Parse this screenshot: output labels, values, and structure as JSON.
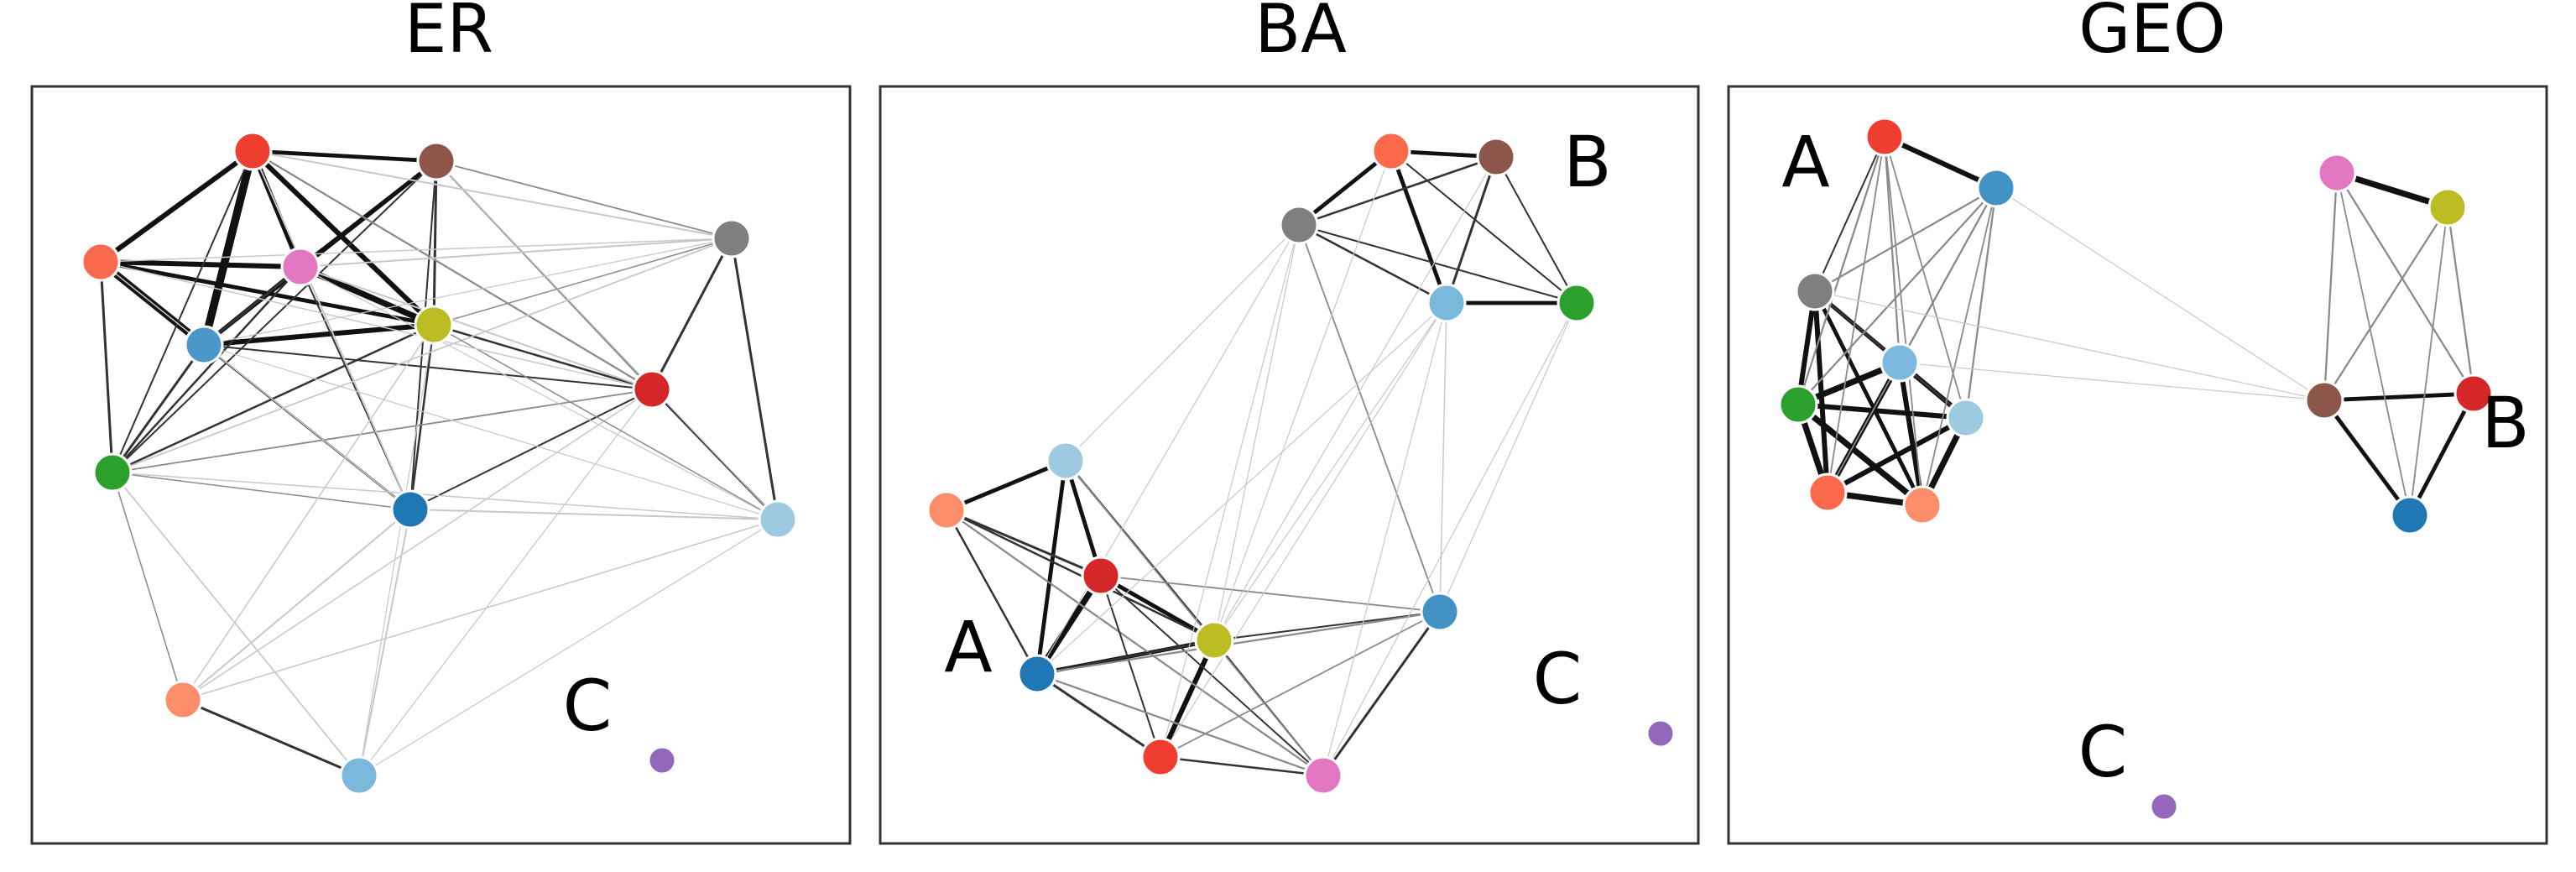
{
  "panels": [
    {
      "id": "er",
      "title": "ER",
      "labels": [
        "C"
      ],
      "nodes": [
        {
          "id": "red1",
          "color": "#ef3e2f"
        },
        {
          "id": "brown",
          "color": "#8c564b"
        },
        {
          "id": "orange",
          "color": "#fb6a4a"
        },
        {
          "id": "pink",
          "color": "#e377c2"
        },
        {
          "id": "gray",
          "color": "#7f7f7f"
        },
        {
          "id": "blue_mid",
          "color": "#4a98c9"
        },
        {
          "id": "olive",
          "color": "#bcbd22"
        },
        {
          "id": "red2",
          "color": "#d62728"
        },
        {
          "id": "green",
          "color": "#2ca02c"
        },
        {
          "id": "blue_dark",
          "color": "#1f77b4"
        },
        {
          "id": "lightblue",
          "color": "#9ecae1"
        },
        {
          "id": "salmon",
          "color": "#fc8d6a"
        },
        {
          "id": "lightblue2",
          "color": "#7ab8dc"
        },
        {
          "id": "purple",
          "color": "#9467bd"
        }
      ]
    },
    {
      "id": "ba",
      "title": "BA",
      "labels": [
        "A",
        "B",
        "C"
      ],
      "nodes": [
        {
          "id": "orange",
          "color": "#fb6a4a"
        },
        {
          "id": "brown",
          "color": "#8c564b"
        },
        {
          "id": "gray",
          "color": "#7f7f7f"
        },
        {
          "id": "lightblue",
          "color": "#7ab8dc"
        },
        {
          "id": "green",
          "color": "#2ca02c"
        },
        {
          "id": "lightblue2",
          "color": "#9ecae1"
        },
        {
          "id": "salmon",
          "color": "#fc8d6a"
        },
        {
          "id": "red2",
          "color": "#d62728"
        },
        {
          "id": "olive",
          "color": "#bcbd22"
        },
        {
          "id": "blue_mid",
          "color": "#4292c6"
        },
        {
          "id": "blue_dark",
          "color": "#1f77b4"
        },
        {
          "id": "red1",
          "color": "#ef3e2f"
        },
        {
          "id": "pink",
          "color": "#e377c2"
        },
        {
          "id": "purple",
          "color": "#9467bd"
        }
      ]
    },
    {
      "id": "geo",
      "title": "GEO",
      "labels": [
        "A",
        "B",
        "C"
      ],
      "nodes": [
        {
          "id": "red1",
          "color": "#ef3e2f"
        },
        {
          "id": "blue_mid",
          "color": "#4292c6"
        },
        {
          "id": "gray",
          "color": "#7f7f7f"
        },
        {
          "id": "lightblue",
          "color": "#7ab8dc"
        },
        {
          "id": "green",
          "color": "#2ca02c"
        },
        {
          "id": "lightblue2",
          "color": "#9ecae1"
        },
        {
          "id": "orange",
          "color": "#fb6a4a"
        },
        {
          "id": "salmon",
          "color": "#fc8d6a"
        },
        {
          "id": "pink",
          "color": "#e377c2"
        },
        {
          "id": "olive",
          "color": "#bcbd22"
        },
        {
          "id": "brown",
          "color": "#8c564b"
        },
        {
          "id": "red2",
          "color": "#d62728"
        },
        {
          "id": "blue_dark",
          "color": "#1f77b4"
        },
        {
          "id": "purple",
          "color": "#9467bd"
        }
      ]
    }
  ]
}
